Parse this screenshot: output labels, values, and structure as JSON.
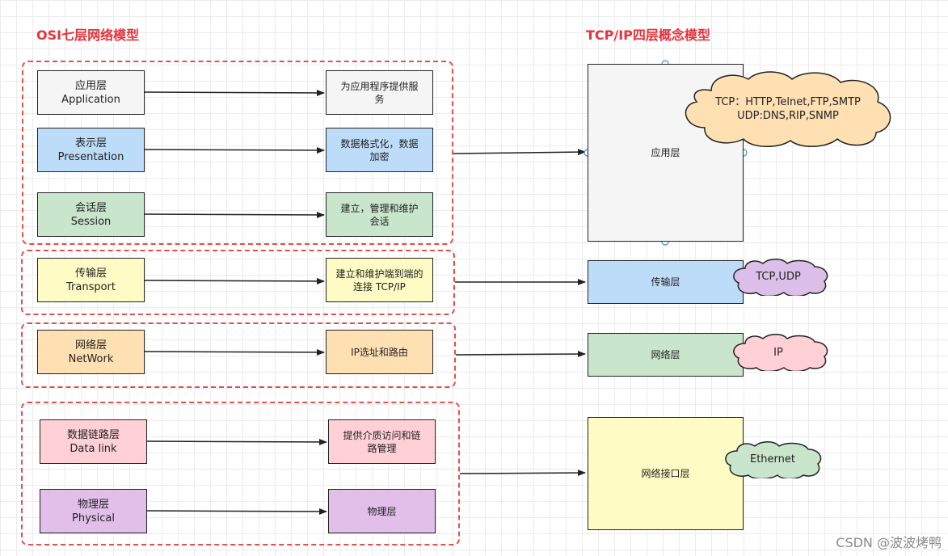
{
  "titles": {
    "osi": "OSI七层网络模型",
    "tcpip": "TCP/IP四层概念模型"
  },
  "osi_layers": [
    {
      "name": "应用层",
      "en": "Application",
      "desc": "为应用程序提供服务"
    },
    {
      "name": "表示层",
      "en": "Presentation",
      "desc": "数据格式化，数据加密"
    },
    {
      "name": "会话层",
      "en": "Session",
      "desc": "建立，管理和维护会话"
    },
    {
      "name": "传输层",
      "en": "Transport",
      "desc": "建立和维护端到端的连接 TCP/IP"
    },
    {
      "name": "网络层",
      "en": "NetWork",
      "desc": "IP选址和路由"
    },
    {
      "name": "数据链路层",
      "en": "Data link",
      "desc": "提供介质访问和链路管理"
    },
    {
      "name": "物理层",
      "en": "Physical",
      "desc": "物理层"
    }
  ],
  "tcpip_layers": [
    {
      "name": "应用层"
    },
    {
      "name": "传输层"
    },
    {
      "name": "网络层"
    },
    {
      "name": "网络接口层"
    }
  ],
  "protocols": {
    "application": "TCP：HTTP,Telnet,FTP,SMTP\nUDP:DNS,RIP,SNMP",
    "transport": "TCP,UDP",
    "network": "IP",
    "link": "Ethernet"
  },
  "colors": {
    "title_red": "#e8313a",
    "group_border": "#e05050",
    "gray": "#f5f5f5",
    "blue": "#bddcf9",
    "green": "#c9e6cc",
    "yellow": "#fffbc4",
    "orange": "#ffe0b3",
    "pink": "#ffd0d5",
    "purple": "#e1bfe9",
    "cloud_purple": "#dcbfe9",
    "cloud_pink": "#ffd0d5",
    "cloud_green": "#c9e6cc"
  },
  "watermark": "CSDN @波波烤鸭"
}
